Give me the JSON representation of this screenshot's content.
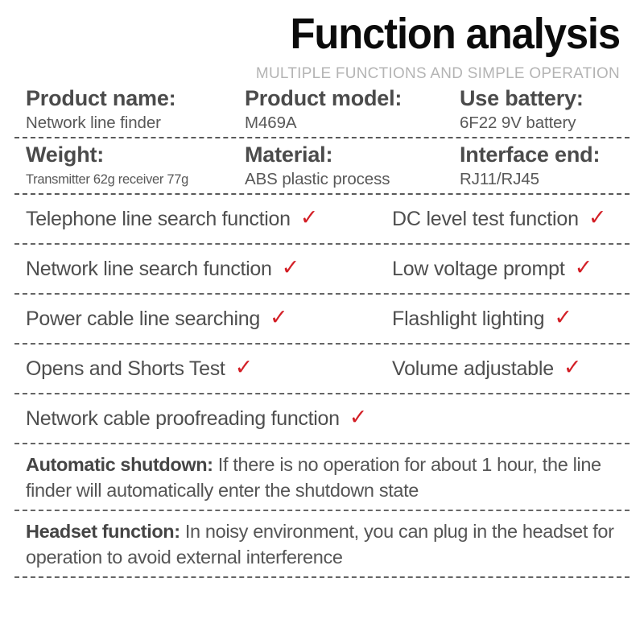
{
  "header": {
    "title": "Function analysis",
    "subtitle": "MULTIPLE FUNCTIONS AND SIMPLE OPERATION"
  },
  "colors": {
    "title": "#0b0b0b",
    "subtitle": "#b4b4b4",
    "label": "#4b4b4b",
    "value": "#585858",
    "check": "#d31f26",
    "rule": "#4d4d4d",
    "background": "#ffffff"
  },
  "specs": [
    [
      {
        "label": "Product name:",
        "value": "Network line finder"
      },
      {
        "label": "Product model:",
        "value": "M469A"
      },
      {
        "label": "Use battery:",
        "value": "6F22 9V battery"
      }
    ],
    [
      {
        "label": "Weight:",
        "value": "Transmitter 62g receiver 77g"
      },
      {
        "label": "Material:",
        "value": "ABS plastic process"
      },
      {
        "label": "Interface end:",
        "value": "RJ11/RJ45"
      }
    ]
  ],
  "features": [
    {
      "left": "Telephone line search function",
      "left_check": "✓",
      "right": "DC level test function",
      "right_check": "✓"
    },
    {
      "left": "Network line search function",
      "left_check": "✓",
      "right": "Low voltage prompt",
      "right_check": "✓"
    },
    {
      "left": "Power cable line searching",
      "left_check": "✓",
      "right": "Flashlight lighting",
      "right_check": "✓"
    },
    {
      "left": "Opens and Shorts Test",
      "left_check": "✓",
      "right": "Volume adjustable",
      "right_check": "✓"
    },
    {
      "left": "Network cable proofreading function",
      "left_check": "✓",
      "right": "",
      "right_check": ""
    }
  ],
  "notes": [
    {
      "term": "Automatic shutdown:",
      "text": " If there is no operation for about 1 hour, the line finder will automatically enter the shutdown state"
    },
    {
      "term": "Headset function:",
      "text": " In noisy environment, you can plug in the headset for operation to avoid external interference"
    }
  ]
}
